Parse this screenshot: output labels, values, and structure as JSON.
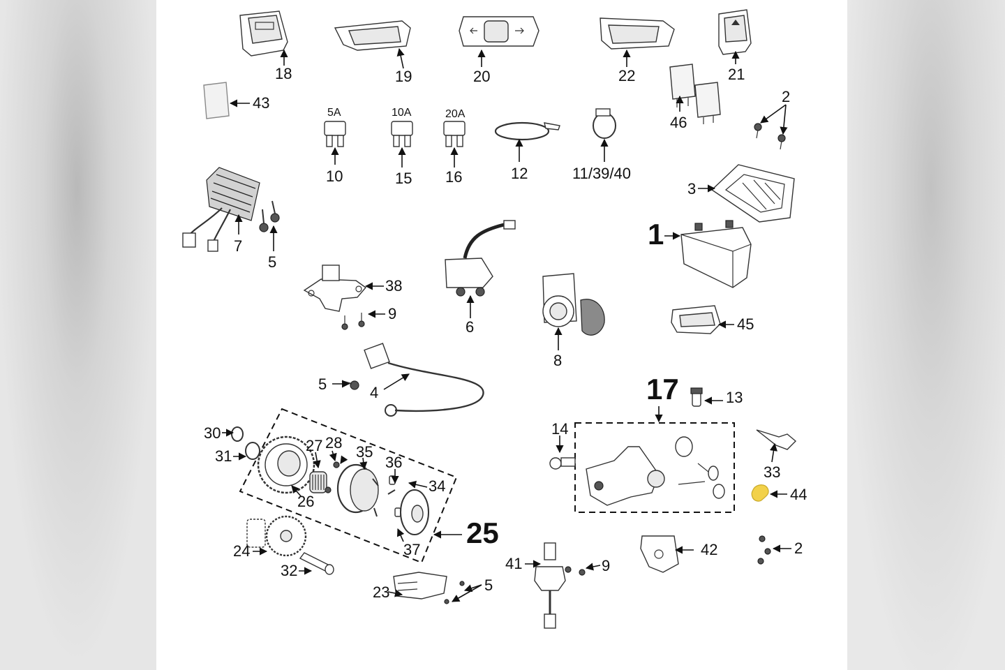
{
  "labels": {
    "l18": "18",
    "l19": "19",
    "l20": "20",
    "l22": "22",
    "l21": "21",
    "l43": "43",
    "l2a": "2",
    "l46": "46",
    "amp5": "5A",
    "amp10": "10A",
    "amp20": "20A",
    "l10": "10",
    "l15": "15",
    "l16": "16",
    "l12": "12",
    "l11": "11/39/40",
    "l3": "3",
    "l1": "1",
    "l7": "7",
    "l5a": "5",
    "l38": "38",
    "l9a": "9",
    "l6": "6",
    "l8": "8",
    "l45": "45",
    "l5b": "5",
    "l4": "4",
    "l17": "17",
    "l13": "13",
    "l14": "14",
    "l33": "33",
    "l44": "44",
    "l30": "30",
    "l31": "31",
    "l27": "27",
    "l28": "28",
    "l35": "35",
    "l36": "36",
    "l34": "34",
    "l26": "26",
    "l37": "37",
    "l25": "25",
    "l24": "24",
    "l32": "32",
    "l23": "23",
    "l5c": "5",
    "l41": "41",
    "l9b": "9",
    "l42": "42",
    "l2b": "2"
  },
  "colors": {
    "highlight_part_44": "#f2d14a"
  }
}
